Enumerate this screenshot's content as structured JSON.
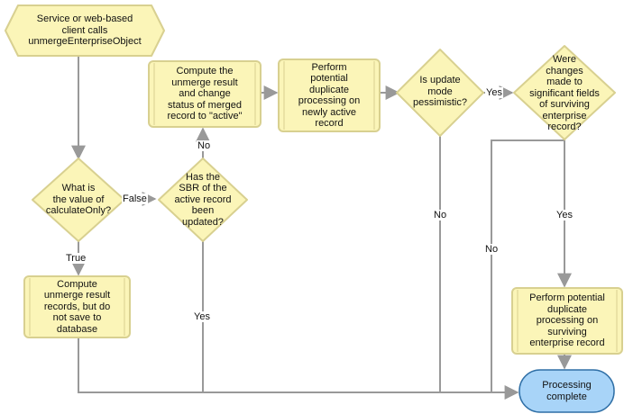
{
  "colors": {
    "node_fill": "#fbf5b8",
    "node_stroke": "#d8d090",
    "terminal_fill": "#a8d4f8",
    "terminal_stroke": "#2f6fa6",
    "edge": "#999999"
  },
  "nodes": {
    "start": "Service or web-based\nclient calls\nunmergeEnterpriseObject",
    "calc_only": "What is\nthe value of\ncalculateOnly?",
    "sbr_updated": "Has the\nSBR of the\nactive record\nbeen\nupdated?",
    "compute_status": "Compute the\nunmerge result\nand change\nstatus of merged\nrecord to \"active\"",
    "dup_new": "Perform\npotential\nduplicate\nprocessing on\nnewly active\nrecord",
    "pessimistic": "Is update\nmode\npessimistic?",
    "significant": "Were\nchanges\nmade to\nsignificant fields\nof surviving\nenterprise\nrecord?",
    "compute_nosave": "Compute\nunmerge result\nrecords, but do\nnot save to\ndatabase",
    "dup_surviving": "Perform potential\nduplicate\nprocessing on\nsurviving\nenterprise record",
    "complete": "Processing\ncomplete"
  },
  "edge_labels": {
    "false": "False",
    "true": "True",
    "no_sbr": "No",
    "yes_sbr": "Yes",
    "yes_pess": "Yes",
    "no_pess": "No",
    "yes_sig": "Yes",
    "no_sig": "No"
  }
}
